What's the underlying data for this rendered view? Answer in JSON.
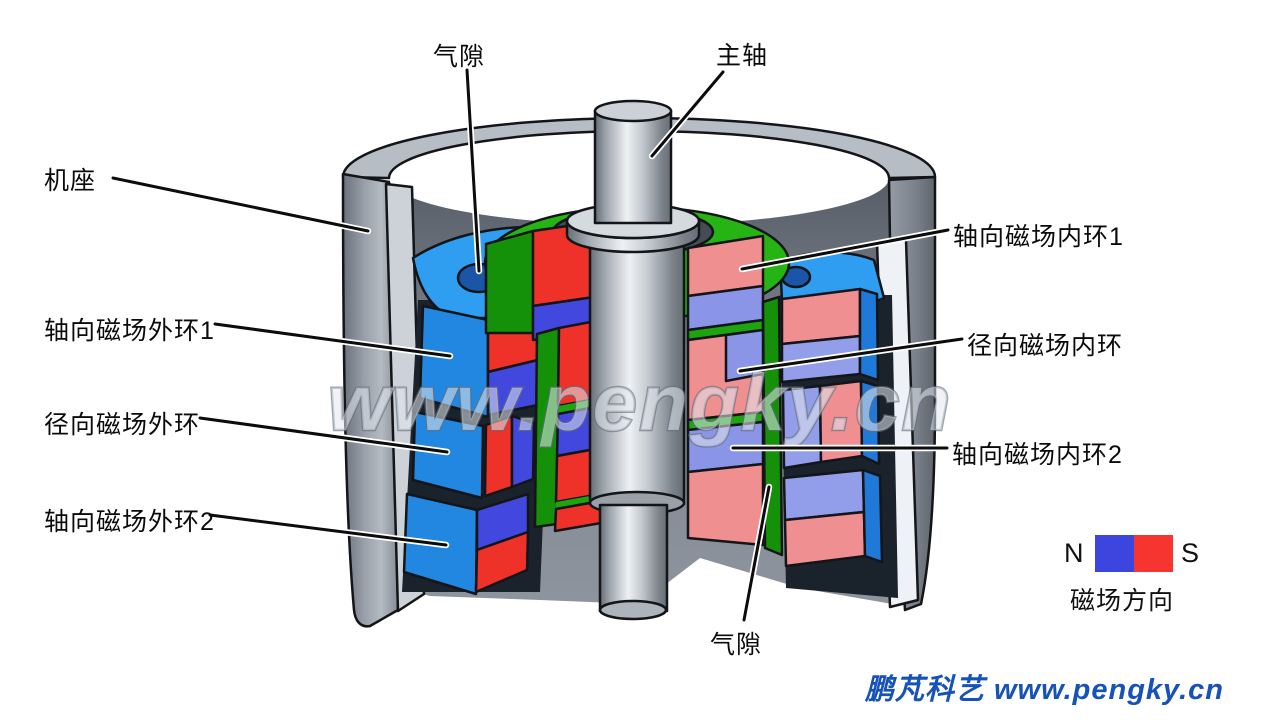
{
  "figure": {
    "watermark": "www.pengky.cn",
    "branding": {
      "studio": "鹏芃科艺",
      "site": "www.pengky.cn",
      "color": "#1652b8"
    },
    "labels": {
      "air_gap_top": "气隙",
      "main_shaft": "主轴",
      "frame": "机座",
      "axial_outer_ring_1": "轴向磁场外环1",
      "radial_outer_ring": "径向磁场外环",
      "axial_outer_ring_2": "轴向磁场外环2",
      "axial_inner_ring_1": "轴向磁场内环1",
      "radial_inner_ring": "径向磁场内环",
      "axial_inner_ring_2": "轴向磁场内环2",
      "air_gap_bottom": "气隙"
    },
    "legend": {
      "north": "N",
      "south": "S",
      "caption": "磁场方向",
      "north_color": "#3c45dd",
      "south_color": "#f63530"
    },
    "colors": {
      "housing_gray": "#9aa1aa",
      "cut_face_gray": "#cdd2d8",
      "magnet_red": "#ee3129",
      "magnet_blue": "#4247de",
      "magnet_pink": "#ef8f92",
      "magnet_light_blue": "#929ee9",
      "ring_blue": "#2f9ef1",
      "rotor_green": "#25b413"
    }
  }
}
